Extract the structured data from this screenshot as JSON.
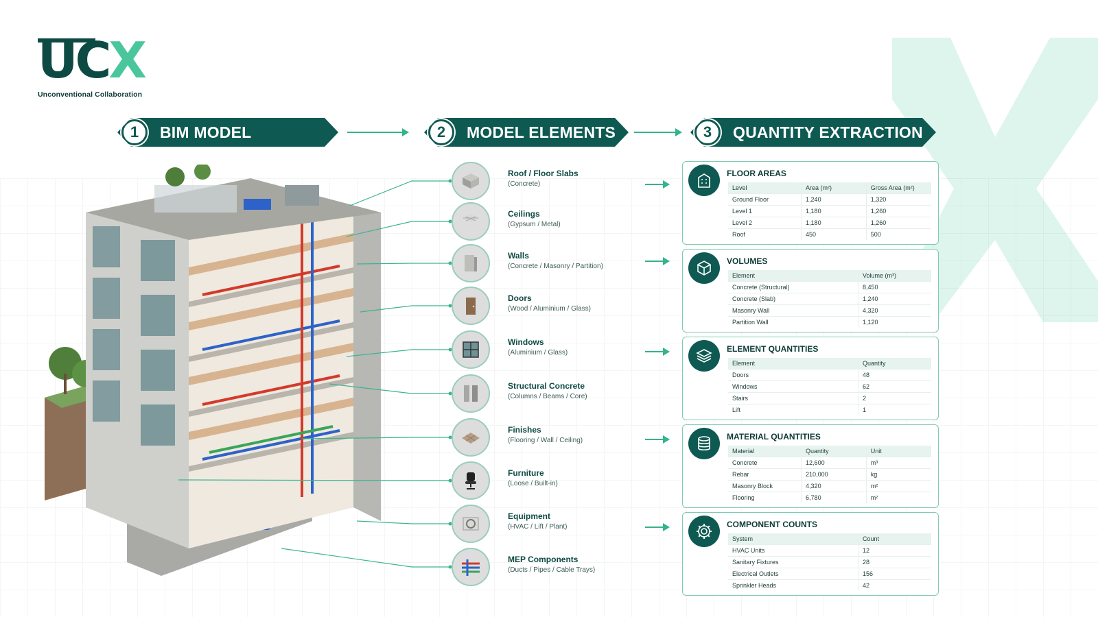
{
  "brand": {
    "logo_uc": "UC",
    "logo_x": "X",
    "tagline": "Unconventional Collaboration",
    "colors": {
      "primary": "#0e5a52",
      "accent": "#49c69c",
      "line": "#33b38e"
    }
  },
  "steps": [
    {
      "num": "1",
      "title": "BIM MODEL"
    },
    {
      "num": "2",
      "title": "MODEL ELEMENTS"
    },
    {
      "num": "3",
      "title": "QUANTITY EXTRACTION"
    }
  ],
  "elements": [
    {
      "name": "Roof / Floor Slabs",
      "sub": "(Concrete)",
      "icon": "slab-icon"
    },
    {
      "name": "Ceilings",
      "sub": "(Gypsum / Metal)",
      "icon": "ceiling-icon"
    },
    {
      "name": "Walls",
      "sub": "(Concrete / Masonry / Partition)",
      "icon": "wall-icon"
    },
    {
      "name": "Doors",
      "sub": "(Wood / Aluminium / Glass)",
      "icon": "door-icon"
    },
    {
      "name": "Windows",
      "sub": "(Aluminium / Glass)",
      "icon": "window-icon"
    },
    {
      "name": "Structural Concrete",
      "sub": "(Columns / Beams / Core)",
      "icon": "column-icon"
    },
    {
      "name": "Finishes",
      "sub": "(Flooring / Wall / Ceiling)",
      "icon": "floor-finish-icon"
    },
    {
      "name": "Furniture",
      "sub": "(Loose / Built-in)",
      "icon": "chair-icon"
    },
    {
      "name": "Equipment",
      "sub": "(HVAC / Lift / Plant)",
      "icon": "hvac-unit-icon"
    },
    {
      "name": "MEP Components",
      "sub": "(Ducts / Pipes / Cable Trays)",
      "icon": "pipes-icon"
    }
  ],
  "panels": [
    {
      "title": "FLOOR AREAS",
      "icon": "building-icon",
      "headers": [
        "Level",
        "Area (m²)",
        "Gross Area (m²)"
      ],
      "rows": [
        [
          "Ground Floor",
          "1,240",
          "1,320"
        ],
        [
          "Level 1",
          "1,180",
          "1,260"
        ],
        [
          "Level 2",
          "1,180",
          "1,260"
        ],
        [
          "Roof",
          "450",
          "500"
        ]
      ]
    },
    {
      "title": "VOLUMES",
      "icon": "cube-icon",
      "headers": [
        "Element",
        "Volume (m³)"
      ],
      "rows": [
        [
          "Concrete (Structural)",
          "8,450"
        ],
        [
          "Concrete (Slab)",
          "1,240"
        ],
        [
          "Masonry Wall",
          "4,320"
        ],
        [
          "Partition Wall",
          "1,120"
        ]
      ]
    },
    {
      "title": "ELEMENT QUANTITIES",
      "icon": "layers-icon",
      "headers": [
        "Element",
        "Quantity"
      ],
      "rows": [
        [
          "Doors",
          "48"
        ],
        [
          "Windows",
          "62"
        ],
        [
          "Stairs",
          "2"
        ],
        [
          "Lift",
          "1"
        ]
      ]
    },
    {
      "title": "MATERIAL QUANTITIES",
      "icon": "database-icon",
      "headers": [
        "Material",
        "Quantity",
        "Unit"
      ],
      "rows": [
        [
          "Concrete",
          "12,600",
          "m³"
        ],
        [
          "Rebar",
          "210,000",
          "kg"
        ],
        [
          "Masonry Block",
          "4,320",
          "m²"
        ],
        [
          "Flooring",
          "6,780",
          "m²"
        ]
      ]
    },
    {
      "title": "COMPONENT COUNTS",
      "icon": "gear-icon",
      "headers": [
        "System",
        "Count"
      ],
      "rows": [
        [
          "HVAC Units",
          "12"
        ],
        [
          "Sanitary Fixtures",
          "28"
        ],
        [
          "Electrical Outlets",
          "156"
        ],
        [
          "Sprinkler Heads",
          "42"
        ]
      ]
    }
  ]
}
